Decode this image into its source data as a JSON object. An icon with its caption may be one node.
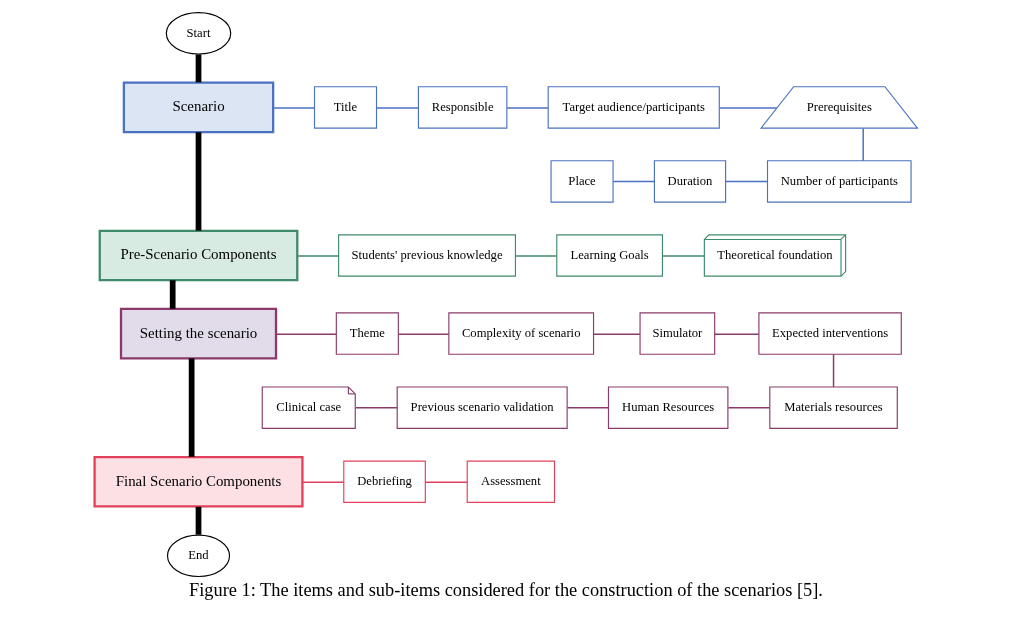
{
  "diagram": {
    "caption": "Figure 1: The items and sub-items considered for the construction of the scenarios [5].",
    "nodes": [
      {
        "text": [
          "Start"
        ]
      },
      {
        "text": [
          "Scenario"
        ]
      },
      {
        "text": [
          "Title"
        ]
      },
      {
        "text": [
          "Responsible"
        ]
      },
      {
        "text": [
          "Target audience/participants"
        ]
      },
      {
        "text": [
          "Prerequisites"
        ]
      },
      {
        "text": [
          "Place"
        ]
      },
      {
        "text": [
          "Duration"
        ]
      },
      {
        "text": [
          "Number of participants"
        ]
      },
      {
        "text": [
          "Pre-Scenario Components"
        ]
      },
      {
        "text": [
          "Students' previous knowledge"
        ]
      },
      {
        "text": [
          "Learning Goals"
        ]
      },
      {
        "text": [
          "Theoretical foundation"
        ]
      },
      {
        "text": [
          "Setting the scenario"
        ]
      },
      {
        "text": [
          "Theme"
        ]
      },
      {
        "text": [
          "Complexity of scenario"
        ]
      },
      {
        "text": [
          "Simulator"
        ]
      },
      {
        "text": [
          "Expected interventions"
        ]
      },
      {
        "text": [
          "Clinical case"
        ]
      },
      {
        "text": [
          "Previous scenario validation"
        ]
      },
      {
        "text": [
          "Human Resources"
        ]
      },
      {
        "text": [
          "Materials resources"
        ]
      },
      {
        "text": [
          "Final Scenario Components"
        ]
      },
      {
        "text": [
          "Debriefing"
        ]
      },
      {
        "text": [
          "Assessment"
        ]
      },
      {
        "text": [
          "End"
        ]
      }
    ],
    "edges": [
      {
        "from": 0,
        "to": 1,
        "arrow": "none",
        "style": "thick",
        "color": "#000000"
      },
      {
        "from": 1,
        "to": 9,
        "arrow": "none",
        "style": "thick",
        "color": "#000000"
      },
      {
        "from": 9,
        "to": 13,
        "arrow": "none",
        "style": "thick",
        "color": "#000000"
      },
      {
        "from": 13,
        "to": 22,
        "arrow": "none",
        "style": "thick",
        "color": "#000000"
      },
      {
        "from": 22,
        "to": 25,
        "arrow": "none",
        "style": "thick",
        "color": "#000000"
      },
      {
        "from": 1,
        "to": 2,
        "arrow": "none",
        "color": "#4a72c0"
      },
      {
        "from": 2,
        "to": 3,
        "arrow": "none",
        "color": "#4a72c0"
      },
      {
        "from": 3,
        "to": 4,
        "arrow": "none",
        "color": "#4a72c0"
      },
      {
        "from": 4,
        "to": 5,
        "arrow": "none",
        "color": "#4a72c0"
      },
      {
        "from": 5,
        "to": 8,
        "arrow": "none",
        "color": "#4a72c0"
      },
      {
        "from": 7,
        "to": 8,
        "arrow": "none",
        "color": "#4a72c0"
      },
      {
        "from": 6,
        "to": 7,
        "arrow": "none",
        "color": "#4a72c0"
      },
      {
        "from": 9,
        "to": 10,
        "arrow": "none",
        "color": "#3f8a6a"
      },
      {
        "from": 10,
        "to": 11,
        "arrow": "none",
        "color": "#3f8a6a"
      },
      {
        "from": 11,
        "to": 12,
        "arrow": "none",
        "color": "#3f8a6a"
      },
      {
        "from": 13,
        "to": 14,
        "arrow": "none",
        "color": "#8a3a6a"
      },
      {
        "from": 14,
        "to": 15,
        "arrow": "none",
        "color": "#8a3a6a"
      },
      {
        "from": 15,
        "to": 16,
        "arrow": "none",
        "color": "#8a3a6a"
      },
      {
        "from": 16,
        "to": 17,
        "arrow": "none",
        "color": "#8a3a6a"
      },
      {
        "from": 17,
        "to": 21,
        "arrow": "none",
        "color": "#8a3a6a"
      },
      {
        "from": 20,
        "to": 21,
        "arrow": "none",
        "color": "#8a3a6a"
      },
      {
        "from": 19,
        "to": 20,
        "arrow": "none",
        "color": "#8a3a6a"
      },
      {
        "from": 18,
        "to": 19,
        "arrow": "none",
        "color": "#8a3a6a"
      },
      {
        "from": 22,
        "to": 23,
        "arrow": "none",
        "color": "#e0405a"
      },
      {
        "from": 23,
        "to": 24,
        "arrow": "none",
        "color": "#e0405a"
      }
    ]
  }
}
